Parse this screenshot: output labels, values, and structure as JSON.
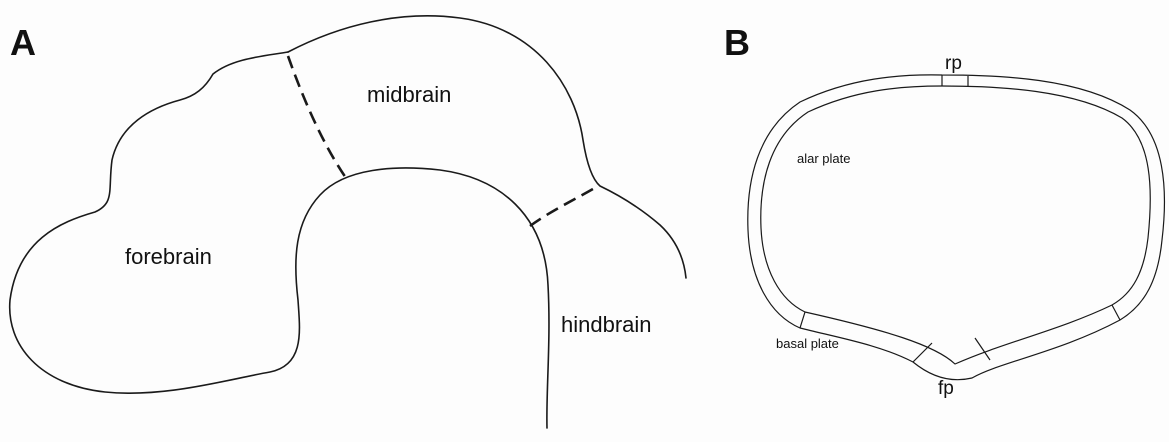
{
  "panel_a": {
    "letter": "A",
    "labels": {
      "forebrain": "forebrain",
      "midbrain": "midbrain",
      "hindbrain": "hindbrain"
    }
  },
  "panel_b": {
    "letter": "B",
    "labels": {
      "roof_plate": "rp",
      "alar_plate": "alar plate",
      "basal_plate": "basal plate",
      "floor_plate": "fp"
    }
  }
}
